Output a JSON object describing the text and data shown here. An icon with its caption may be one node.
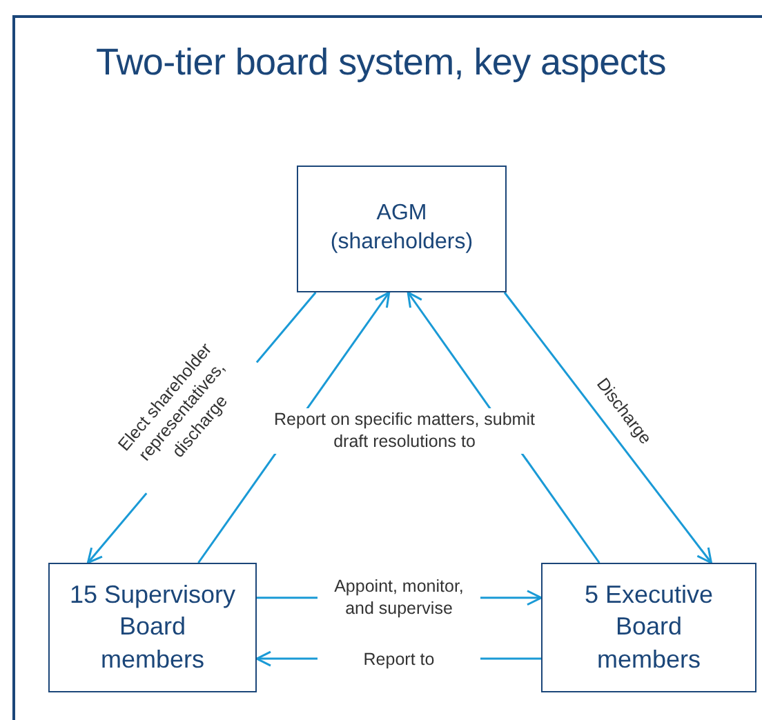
{
  "diagram": {
    "title": "Two-tier board system, key aspects",
    "nodes": [
      {
        "text": [
          "AGM (shareholders)"
        ]
      },
      {
        "text": [
          "15 Supervisory Board members"
        ]
      },
      {
        "text": [
          "5 Executive Board members"
        ]
      }
    ],
    "edges": [
      {
        "from": 0,
        "to": 1,
        "arrow": "to",
        "label": "Elect shareholder representatives, discharge"
      },
      {
        "from": 1,
        "to": 0,
        "arrow": "to"
      },
      {
        "from": 2,
        "to": 0,
        "arrow": "to"
      },
      {
        "from": 0,
        "to": 2,
        "arrow": "to",
        "label": "Discharge"
      },
      {
        "from": 1,
        "to": 2,
        "arrow": "to",
        "label": "Appoint, monitor, and supervise"
      },
      {
        "from": 2,
        "to": 1,
        "arrow": "to",
        "label": "Report to"
      }
    ],
    "labels": [
      "Report on specific matters, submit draft resolutions to"
    ]
  }
}
